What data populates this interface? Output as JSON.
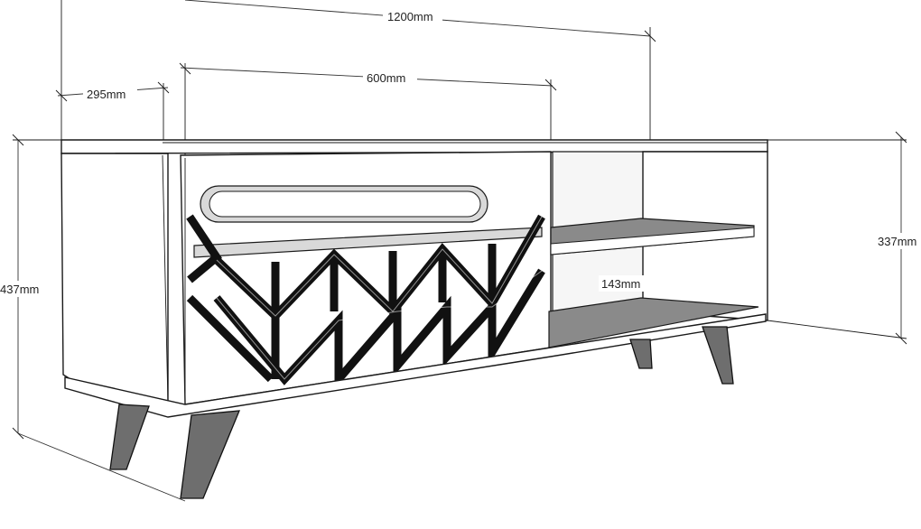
{
  "dimensions": {
    "total_width": "1200mm",
    "drawer_width": "600mm",
    "depth": "295mm",
    "total_height": "437mm",
    "body_height": "337mm",
    "shelf_height": "143mm"
  },
  "colors": {
    "line": "#1a1a1a",
    "shelf": "#8a8a8a",
    "leg": "#6e6e6e",
    "background": "#ffffff"
  }
}
